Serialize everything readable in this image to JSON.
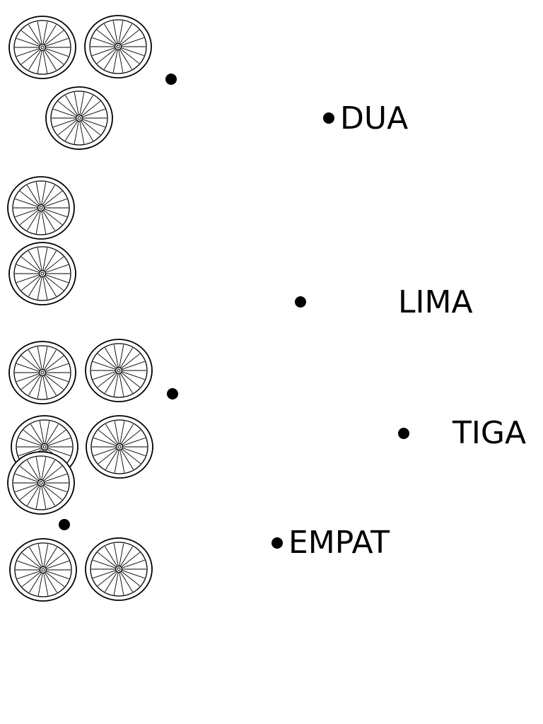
{
  "words": {
    "dua": "DUA",
    "lima": "LIMA",
    "tiga": "TIGA",
    "empat": "EMPAT"
  },
  "wheel_groups": [
    {
      "name": "group-1",
      "count": 3
    },
    {
      "name": "group-2",
      "count": 2
    },
    {
      "name": "group-3",
      "count": 5
    },
    {
      "name": "group-4",
      "count": 2
    }
  ],
  "colors": {
    "ink": "#000000",
    "background": "#ffffff"
  },
  "icons": {
    "wheel": "bicycle-wheel-icon",
    "dot": "connector-dot"
  }
}
